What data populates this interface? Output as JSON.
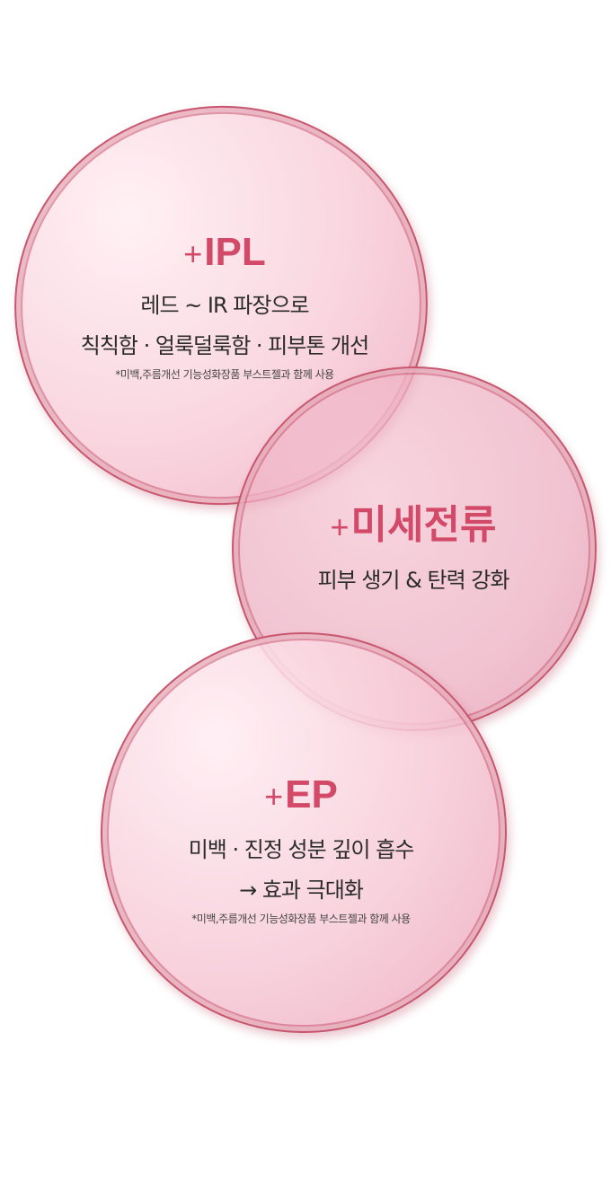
{
  "colors": {
    "accent": "#d24a68",
    "lens_rim": "#c8566f",
    "lens_fill": "#f4c4d2",
    "text": "#2b2b2b",
    "background": "#ffffff"
  },
  "ipl": {
    "plus": "+",
    "title": "IPL",
    "line1": "레드 ~ IR 파장으로",
    "line2": "칙칙함 · 얼룩덜룩함 · 피부톤 개선",
    "note": "*미백,주름개선 기능성화장품 부스트젤과 함께 사용"
  },
  "micro": {
    "plus": "+",
    "title": "미세전류",
    "line1": "피부 생기 & 탄력 강화"
  },
  "ep": {
    "plus": "+",
    "title": "EP",
    "line1": "미백 · 진정 성분 깊이 흡수",
    "line2": "→ 효과 극대화",
    "note": "*미백,주름개선 기능성화장품 부스트젤과 함께 사용"
  }
}
